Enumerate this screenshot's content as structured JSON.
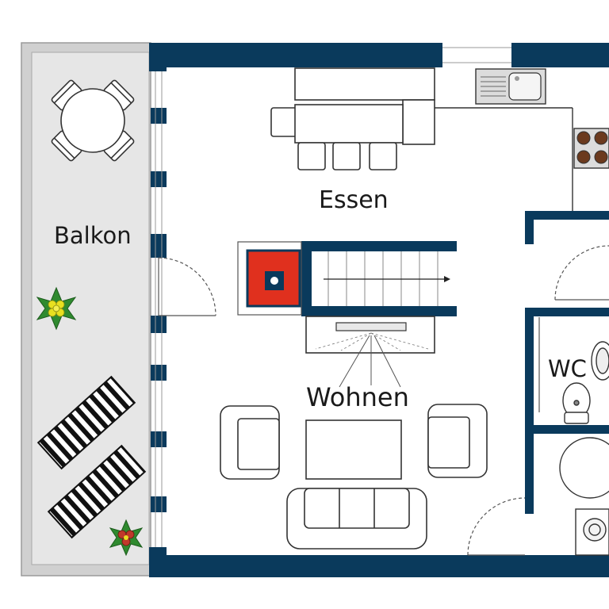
{
  "rooms": {
    "balkon": "Balkon",
    "essen": "Essen",
    "wohnen": "Wohnen",
    "wc": "WC"
  },
  "colors": {
    "wall": "#0a3a5c",
    "balcony_floor": "#e6e6e6",
    "floor": "#ffffff",
    "outline": "#333333",
    "stove_red": "#e0301e",
    "plant_yellow": "#e8e020",
    "plant_red": "#c0392b",
    "plant_leaf": "#2f8a2f"
  },
  "icons": [
    "round-table-icon",
    "chair-icon",
    "plant-icon",
    "sun-lounger-icon",
    "stairs-icon",
    "fireplace-icon",
    "sofa-icon",
    "armchair-icon",
    "sink-icon",
    "stove-icon",
    "toilet-icon",
    "washbasin-icon",
    "washing-machine-icon",
    "door-icon"
  ]
}
